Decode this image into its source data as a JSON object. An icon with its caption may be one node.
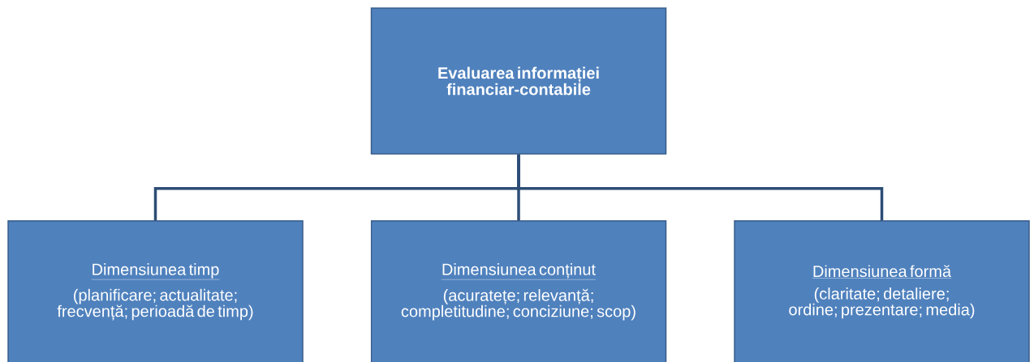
{
  "diagram": {
    "nodes": [
      {
        "text": [
          "Evaluarea informației financiar-contabile"
        ]
      },
      {
        "text": [
          "Dimensiunea timp",
          "(planificare; actualitate; frecvență; perioadă de timp)"
        ]
      },
      {
        "text": [
          "Dimensiunea conținut",
          "(acuratețe; relevanță; completitudine; conciziune; scop)"
        ]
      },
      {
        "text": [
          "Dimensiunea formă",
          "(claritate; detaliere; ordine; prezentare; media)"
        ]
      }
    ],
    "edges": [
      {
        "from": 0,
        "to": 1,
        "arrow": "none"
      },
      {
        "from": 0,
        "to": 2,
        "arrow": "none"
      },
      {
        "from": 0,
        "to": 3,
        "arrow": "none"
      }
    ]
  }
}
